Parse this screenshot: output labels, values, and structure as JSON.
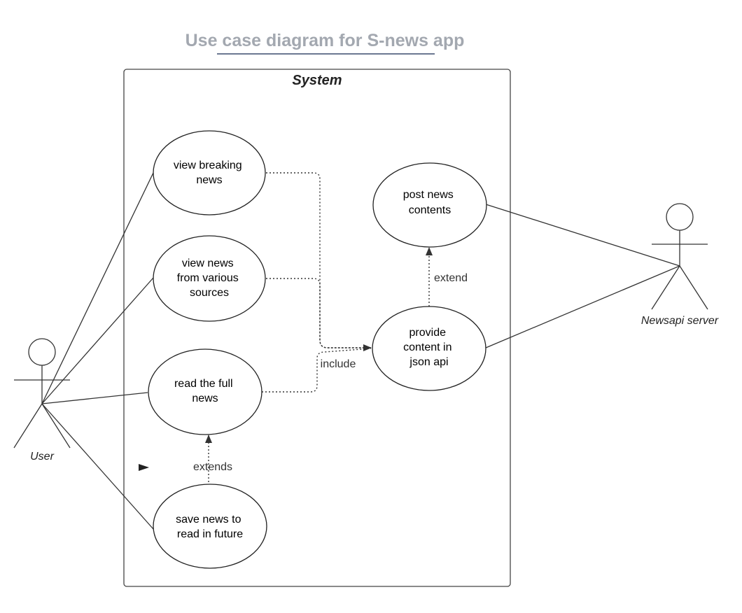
{
  "title": "Use case diagram for S-news app",
  "system_label": "System",
  "actors": {
    "user": "User",
    "newsapi": "Newsapi server"
  },
  "use_cases": {
    "view_breaking": [
      "view breaking",
      "news"
    ],
    "view_sources": [
      "view news",
      "from various",
      "sources"
    ],
    "read_full": [
      "read the full",
      "news"
    ],
    "save_news": [
      "save news to",
      "read in future"
    ],
    "post_news": [
      "post news",
      "contents"
    ],
    "provide_content": [
      "provide",
      "content in",
      "json api"
    ]
  },
  "relations": {
    "include": "include",
    "extend": "extend",
    "extends": "extends"
  },
  "colors": {
    "title": "#a3a8b0",
    "title_underline": "#6b7891"
  }
}
